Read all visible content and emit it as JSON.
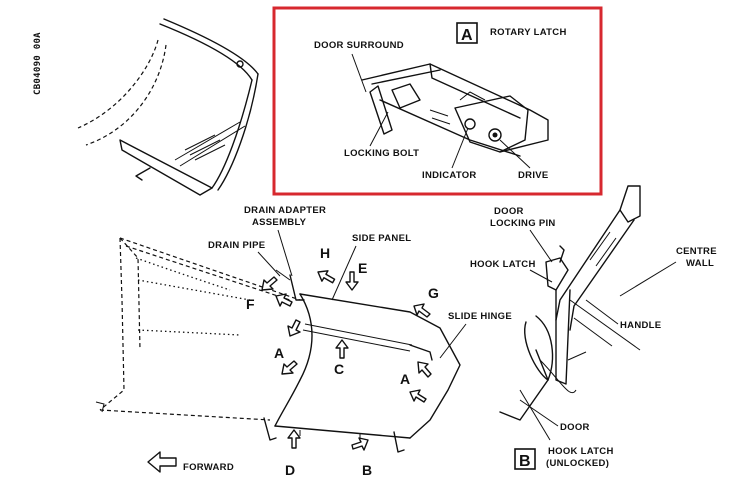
{
  "code": "CB04090 00A",
  "highlight_color": "#d7282f",
  "inset_a": {
    "badge": "A",
    "title": "ROTARY LATCH",
    "door_surround": "DOOR SURROUND",
    "locking_bolt": "LOCKING BOLT",
    "indicator": "INDICATOR",
    "drive": "DRIVE"
  },
  "inset_b": {
    "badge": "B",
    "title_line1": "HOOK LATCH",
    "title_line2": "(UNLOCKED)",
    "door_locking_pin_1": "DOOR",
    "door_locking_pin_2": "LOCKING PIN",
    "hook_latch": "HOOK LATCH",
    "centre_wall_1": "CENTRE",
    "centre_wall_2": "WALL",
    "handle": "HANDLE",
    "door": "DOOR"
  },
  "main": {
    "drain_adapter_1": "DRAIN ADAPTER",
    "drain_adapter_2": "ASSEMBLY",
    "drain_pipe": "DRAIN PIPE",
    "side_panel": "SIDE PANEL",
    "slide_hinge": "SLIDE HINGE",
    "forward": "FORWARD",
    "letters": {
      "h": "H",
      "e": "E",
      "g": "G",
      "f": "F",
      "a_left": "A",
      "c": "C",
      "a_right": "A",
      "d": "D",
      "b": "B"
    }
  }
}
